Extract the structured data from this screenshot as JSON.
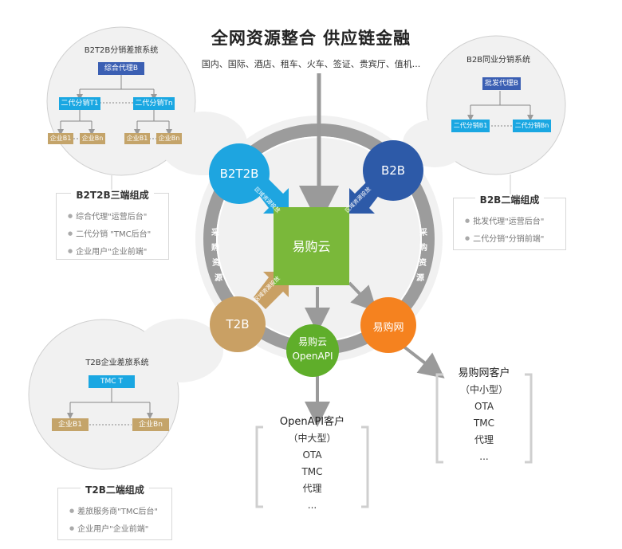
{
  "header": {
    "title": "全网资源整合  供应链金融",
    "subtitle": "国内、国际、酒店、租车、火车、签证、贵宾厅、值机..."
  },
  "hub": {
    "label": "易购云"
  },
  "nodes": {
    "b2t2b": "B2T2B",
    "b2b": "B2B",
    "t2b": "T2B",
    "openapi_line1": "易购云",
    "openapi_line2": "OpenAPI",
    "yigou": "易购网"
  },
  "arrows": {
    "b2t2b": "区域资源投放",
    "b2b": "区域资源投放",
    "t2b": "区域资源投放"
  },
  "ring": {
    "left": [
      "采",
      "购",
      "资",
      "源"
    ],
    "right": [
      "采",
      "购",
      "资",
      "源"
    ]
  },
  "b2t2b_system": {
    "name": "B2T2B分销差旅系统",
    "top": "综合代理B",
    "mid": [
      "二代分销T1",
      "二代分销Tn"
    ],
    "bottom": [
      "企业B1",
      "企业Bn",
      "企业B1",
      "企业Bn"
    ]
  },
  "b2b_system": {
    "name": "B2B同业分销系统",
    "top": "批发代理B",
    "bottom": [
      "二代分销B1",
      "二代分销Bn"
    ]
  },
  "t2b_system": {
    "name": "T2B企业差旅系统",
    "top": "TMC  T",
    "bottom": [
      "企业B1",
      "企业Bn"
    ]
  },
  "legends": {
    "b2t2b": {
      "title": "B2T2B三端组成",
      "items": [
        "综合代理\"运营后台\"",
        "二代分销 \"TMC后台\"",
        "企业用户\"企业前端\""
      ]
    },
    "b2b": {
      "title": "B2B二端组成",
      "items": [
        "批发代理\"运营后台\"",
        "二代分销\"分销前端\""
      ]
    },
    "t2b": {
      "title": "T2B二端组成",
      "items": [
        "差旅服务商\"TMC后台\"",
        "企业用户\"企业前端\""
      ]
    }
  },
  "customers": {
    "openapi": {
      "title": "OpenAPI客户",
      "items": [
        "（中大型）",
        "OTA",
        "TMC",
        "代理",
        "..."
      ]
    },
    "yigou": {
      "title": "易购网客户",
      "items": [
        "（中小型）",
        "OTA",
        "TMC",
        "代理",
        "..."
      ]
    }
  },
  "colors": {
    "b2t2b": "#1ea5e0",
    "b2b": "#2d5aa8",
    "t2b": "#c9a064",
    "openapi": "#5fae2a",
    "yigou": "#f5821f",
    "hub": "#7ab83a",
    "bubble": "#f1f1f1"
  }
}
